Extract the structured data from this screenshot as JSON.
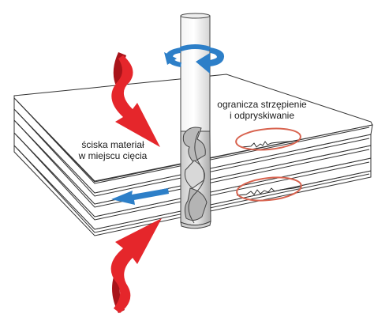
{
  "labels": {
    "compress": {
      "line1": "ściska materiał",
      "line2": "w miejscu cięcia"
    },
    "limits": {
      "line1": "ogranicza strzępienie",
      "line2": "i odpryskiwanie"
    }
  },
  "colors": {
    "red_arrow": "#e5262b",
    "dark_red": "#a8141a",
    "blue_arrow": "#2d7fc8",
    "ellipse": "#d8634f",
    "outline": "#333333"
  },
  "icons": {
    "rotation": "rotation-arrow-icon",
    "feed": "feed-direction-arrow-icon"
  }
}
